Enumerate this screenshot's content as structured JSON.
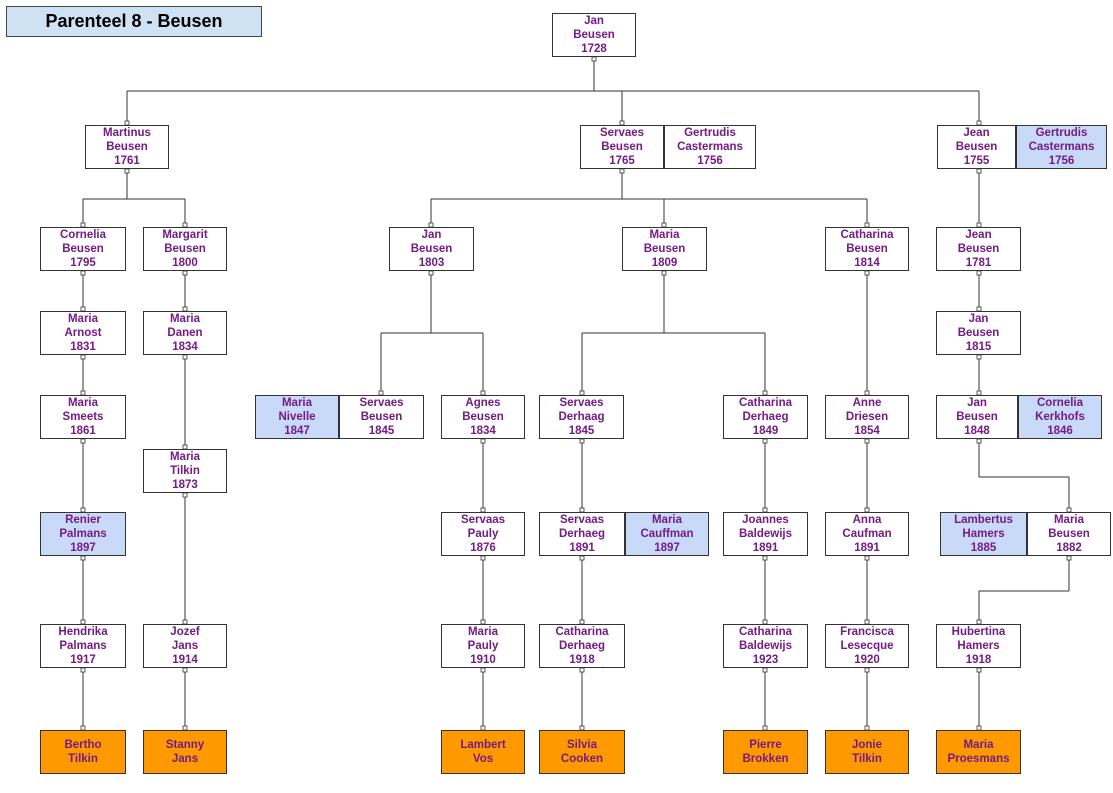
{
  "title": "Parenteel 8 - Beusen",
  "colors": {
    "name_text": "#741b85",
    "spouse_fill": "#c9daf8",
    "leaf_fill": "#ff9900",
    "title_fill": "#cfe2f3"
  },
  "persons": [
    {
      "id": "p1",
      "lines": [
        "Jan",
        "Beusen",
        "1728"
      ],
      "kind": "normal"
    },
    {
      "id": "p2",
      "lines": [
        "Martinus",
        "Beusen",
        "1761"
      ],
      "kind": "normal"
    },
    {
      "id": "p3",
      "lines": [
        "Servaes",
        "Beusen",
        "1765"
      ],
      "kind": "normal"
    },
    {
      "id": "p4",
      "lines": [
        "Gertrudis",
        "Castermans",
        "1756"
      ],
      "kind": "normal"
    },
    {
      "id": "p5",
      "lines": [
        "Jean",
        "Beusen",
        "1755"
      ],
      "kind": "normal"
    },
    {
      "id": "p6",
      "lines": [
        "Gertrudis",
        "Castermans",
        "1756"
      ],
      "kind": "spouse"
    },
    {
      "id": "p7",
      "lines": [
        "Cornelia",
        "Beusen",
        "1795"
      ],
      "kind": "normal"
    },
    {
      "id": "p8",
      "lines": [
        "Margarit",
        "Beusen",
        "1800"
      ],
      "kind": "normal"
    },
    {
      "id": "p9",
      "lines": [
        "Jan",
        "Beusen",
        "1803"
      ],
      "kind": "normal"
    },
    {
      "id": "p10",
      "lines": [
        "Maria",
        "Beusen",
        "1809"
      ],
      "kind": "normal"
    },
    {
      "id": "p11",
      "lines": [
        "Catharina",
        "Beusen",
        "1814"
      ],
      "kind": "normal"
    },
    {
      "id": "p12",
      "lines": [
        "Jean",
        "Beusen",
        "1781"
      ],
      "kind": "normal"
    },
    {
      "id": "p13",
      "lines": [
        "Maria",
        "Arnost",
        "1831"
      ],
      "kind": "normal"
    },
    {
      "id": "p14",
      "lines": [
        "Maria",
        "Danen",
        "1834"
      ],
      "kind": "normal"
    },
    {
      "id": "p15",
      "lines": [
        "Jan",
        "Beusen",
        "1815"
      ],
      "kind": "normal"
    },
    {
      "id": "p16",
      "lines": [
        "Maria",
        "Smeets",
        "1861"
      ],
      "kind": "normal"
    },
    {
      "id": "p17",
      "lines": [
        "Maria",
        "Nivelle",
        "1847"
      ],
      "kind": "spouse"
    },
    {
      "id": "p18",
      "lines": [
        "Servaes",
        "Beusen",
        "1845"
      ],
      "kind": "normal"
    },
    {
      "id": "p19",
      "lines": [
        "Agnes",
        "Beusen",
        "1834"
      ],
      "kind": "normal"
    },
    {
      "id": "p20",
      "lines": [
        "Servaes",
        "Derhaag",
        "1845"
      ],
      "kind": "normal"
    },
    {
      "id": "p21",
      "lines": [
        "Catharina",
        "Derhaeg",
        "1849"
      ],
      "kind": "normal"
    },
    {
      "id": "p22",
      "lines": [
        "Anne",
        "Driesen",
        "1854"
      ],
      "kind": "normal"
    },
    {
      "id": "p23",
      "lines": [
        "Jan",
        "Beusen",
        "1848"
      ],
      "kind": "normal"
    },
    {
      "id": "p24",
      "lines": [
        "Cornelia",
        "Kerkhofs",
        "1846"
      ],
      "kind": "spouse"
    },
    {
      "id": "p25",
      "lines": [
        "Maria",
        "Tilkin",
        "1873"
      ],
      "kind": "normal"
    },
    {
      "id": "p26",
      "lines": [
        "Renier",
        "Palmans",
        "1897"
      ],
      "kind": "spouse"
    },
    {
      "id": "p27",
      "lines": [
        "Servaas",
        "Pauly",
        "1876"
      ],
      "kind": "normal"
    },
    {
      "id": "p28",
      "lines": [
        "Servaas",
        "Derhaeg",
        "1891"
      ],
      "kind": "normal"
    },
    {
      "id": "p29",
      "lines": [
        "Maria",
        "Cauffman",
        "1897"
      ],
      "kind": "spouse"
    },
    {
      "id": "p30",
      "lines": [
        "Joannes",
        "Baldewijs",
        "1891"
      ],
      "kind": "normal"
    },
    {
      "id": "p31",
      "lines": [
        "Anna",
        "Caufman",
        "1891"
      ],
      "kind": "normal"
    },
    {
      "id": "p32",
      "lines": [
        "Lambertus",
        "Hamers",
        "1885"
      ],
      "kind": "spouse"
    },
    {
      "id": "p33",
      "lines": [
        "Maria",
        "Beusen",
        "1882"
      ],
      "kind": "normal"
    },
    {
      "id": "p34",
      "lines": [
        "Hendrika",
        "Palmans",
        "1917"
      ],
      "kind": "normal"
    },
    {
      "id": "p35",
      "lines": [
        "Jozef",
        "Jans",
        "1914"
      ],
      "kind": "normal"
    },
    {
      "id": "p36",
      "lines": [
        "Maria",
        "Pauly",
        "1910"
      ],
      "kind": "normal"
    },
    {
      "id": "p37",
      "lines": [
        "Catharina",
        "Derhaeg",
        "1918"
      ],
      "kind": "normal"
    },
    {
      "id": "p38",
      "lines": [
        "Catharina",
        "Baldewijs",
        "1923"
      ],
      "kind": "normal"
    },
    {
      "id": "p39",
      "lines": [
        "Francisca",
        "Lesecque",
        "1920"
      ],
      "kind": "normal"
    },
    {
      "id": "p40",
      "lines": [
        "Hubertina",
        "Hamers",
        "1918"
      ],
      "kind": "normal"
    },
    {
      "id": "p41",
      "lines": [
        "Bertho",
        "Tilkin"
      ],
      "kind": "leaf"
    },
    {
      "id": "p42",
      "lines": [
        "Stanny",
        "Jans"
      ],
      "kind": "leaf"
    },
    {
      "id": "p43",
      "lines": [
        "Lambert",
        "Vos"
      ],
      "kind": "leaf"
    },
    {
      "id": "p44",
      "lines": [
        "Silvia",
        "Cooken"
      ],
      "kind": "leaf"
    },
    {
      "id": "p45",
      "lines": [
        "Pierre",
        "Brokken"
      ],
      "kind": "leaf"
    },
    {
      "id": "p46",
      "lines": [
        "Jonie",
        "Tilkin"
      ],
      "kind": "leaf"
    },
    {
      "id": "p47",
      "lines": [
        "Maria",
        "Proesmans"
      ],
      "kind": "leaf"
    }
  ]
}
